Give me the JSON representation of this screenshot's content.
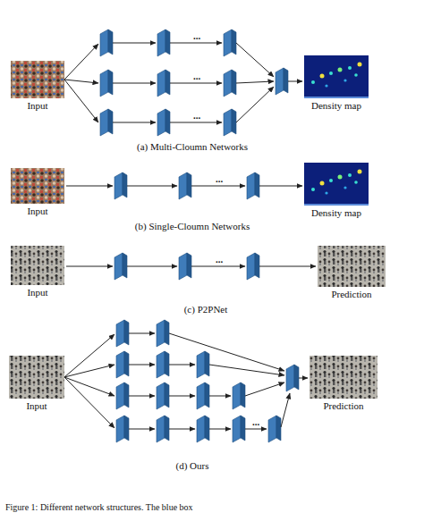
{
  "diagram": {
    "caption": "Figure 1: Different network structures. The blue box",
    "nodes": [
      {
        "text": [
          "Input"
        ]
      },
      {
        "text": [
          "Density map"
        ]
      },
      {
        "text": [
          "Input"
        ]
      },
      {
        "text": [
          "Density map"
        ]
      },
      {
        "text": [
          "Input"
        ]
      },
      {
        "text": [
          "Prediction"
        ]
      },
      {
        "text": [
          "Input"
        ]
      },
      {
        "text": [
          "Prediction"
        ]
      }
    ],
    "labels": [
      "...",
      "...",
      "...",
      "(a) Multi-Cloumn Networks",
      "...",
      "(b) Single-Cloumn Networks",
      "...",
      "(c) P2PNet",
      "...",
      "(d) Ours"
    ]
  }
}
